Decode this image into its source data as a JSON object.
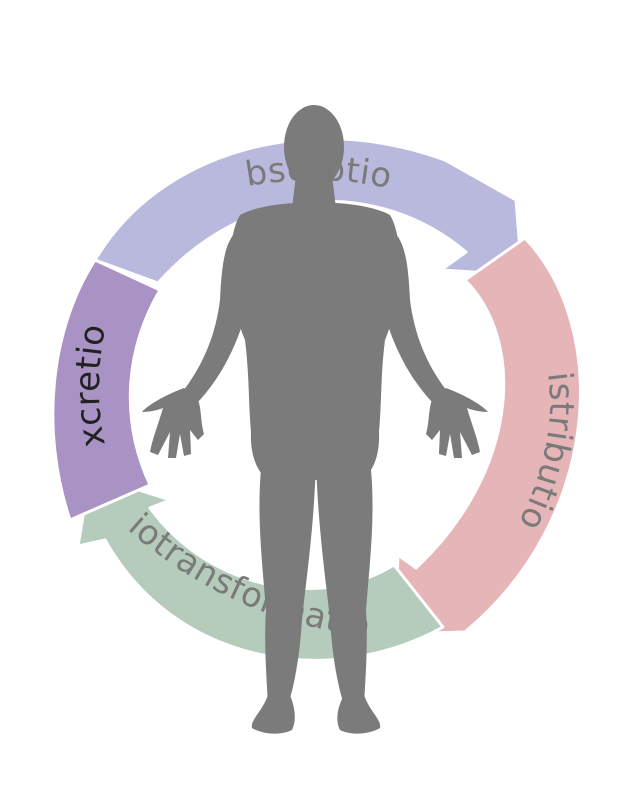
{
  "stages": [
    {
      "id": "absorption",
      "label": "Absorption",
      "color": "#b8b9dc",
      "text_color": "#7a7a7a"
    },
    {
      "id": "distribution",
      "label": "Distribution",
      "color": "#e6b5b8",
      "text_color": "#7a7a7a"
    },
    {
      "id": "biotransformation",
      "label": "Biotransformation",
      "color": "#b5ccbd",
      "text_color": "#7a7a7a"
    },
    {
      "id": "excretion",
      "label": "Excretion",
      "color": "#a992c4",
      "text_color": "#222222"
    }
  ],
  "figure": {
    "color": "#7b7b7b"
  }
}
